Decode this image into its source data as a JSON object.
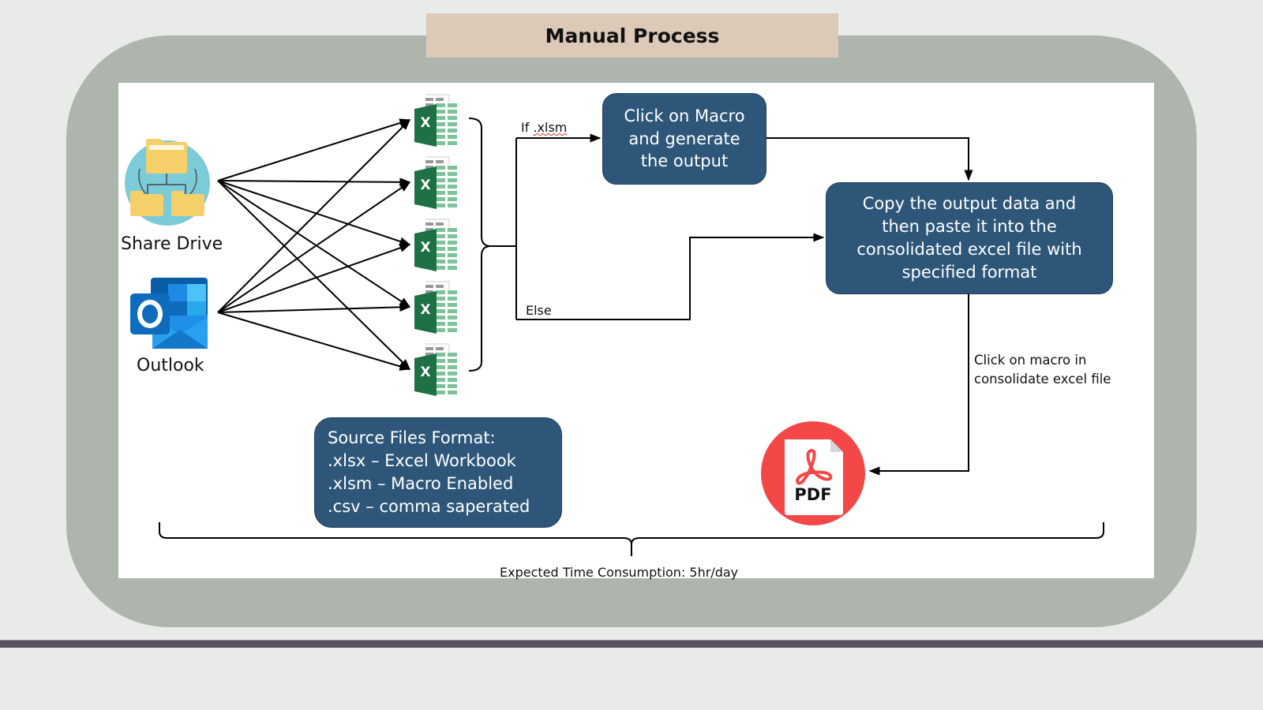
{
  "title": "Manual Process",
  "sources": [
    {
      "name": "Share Drive",
      "icon": "shared-folder-icon"
    },
    {
      "name": "Outlook",
      "icon": "outlook-icon"
    }
  ],
  "excel_files": {
    "count": 5,
    "icon": "excel-file-icon",
    "glyph": "X"
  },
  "branches": {
    "if_label_prefix": "If ",
    "if_label_ext": ".xlsm",
    "else_label": "Else"
  },
  "steps": {
    "macro": {
      "lines": [
        "Click on Macro",
        "and generate",
        "the output"
      ]
    },
    "copy": {
      "lines": [
        "Copy the output data and",
        "then paste it into the",
        "consolidated excel file with",
        "specified format"
      ]
    }
  },
  "macro_edge_label": {
    "lines": [
      "Click on macro in",
      "consolidate excel file"
    ]
  },
  "output": {
    "icon": "pdf-icon",
    "label": "PDF"
  },
  "source_formats": {
    "lines": [
      "Source Files Format:",
      ".xlsx – Excel Workbook",
      ".xlsm – Macro Enabled",
      ".csv – comma saperated"
    ]
  },
  "time_note": "Expected Time Consumption: 5hr/day",
  "colors": {
    "node_fill": "#2d5679",
    "title_fill": "#dcc9b7",
    "frame_fill": "#adb5ad",
    "excel_green": "#1e7145",
    "pdf_red": "#f44848",
    "outlook_blue": "#0f6cbd"
  }
}
